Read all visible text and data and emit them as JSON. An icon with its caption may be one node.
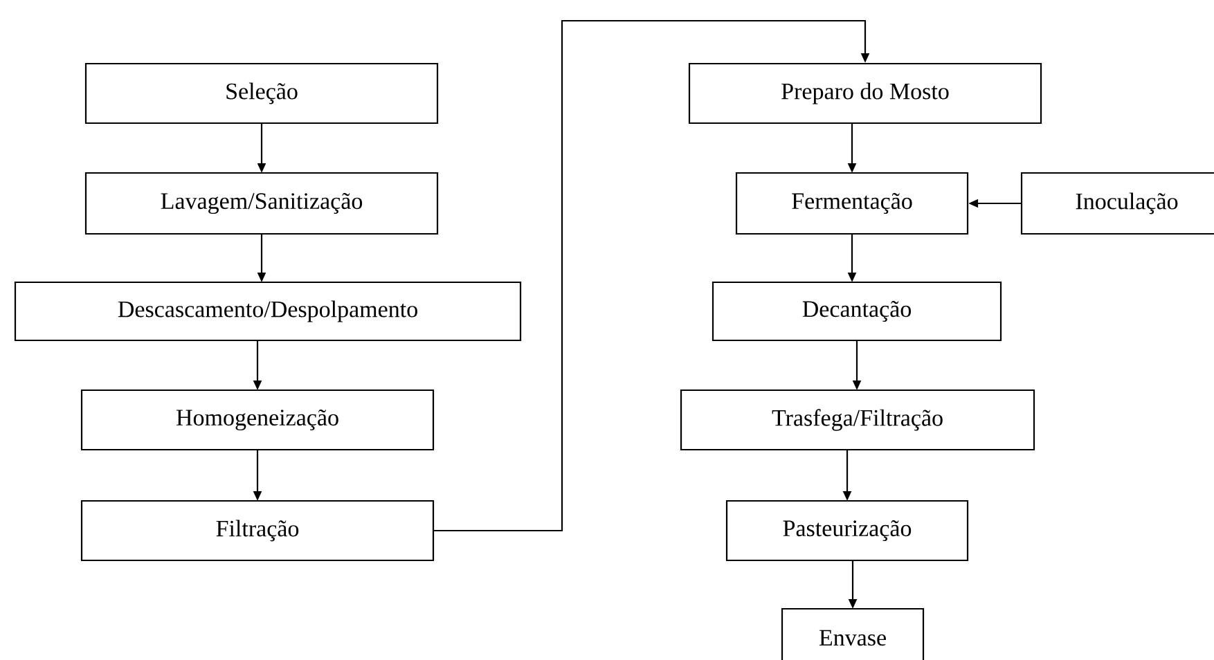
{
  "diagram": {
    "nodes": [
      {
        "text": [
          "Seleção"
        ]
      },
      {
        "text": [
          "Lavagem/Sanitização"
        ]
      },
      {
        "text": [
          "Descascamento/Despolpamento"
        ]
      },
      {
        "text": [
          "Homogeneização"
        ]
      },
      {
        "text": [
          "Filtração"
        ]
      },
      {
        "text": [
          "Preparo do Mosto"
        ]
      },
      {
        "text": [
          "Fermentação"
        ]
      },
      {
        "text": [
          "Inoculação"
        ]
      },
      {
        "text": [
          "Decantação"
        ]
      },
      {
        "text": [
          "Trasfega/Filtração"
        ]
      },
      {
        "text": [
          "Pasteurização"
        ]
      },
      {
        "text": [
          "Envase"
        ]
      }
    ],
    "edges": [
      {
        "from": 0,
        "to": 1,
        "arrow": "to"
      },
      {
        "from": 1,
        "to": 2,
        "arrow": "to"
      },
      {
        "from": 2,
        "to": 3,
        "arrow": "to"
      },
      {
        "from": 3,
        "to": 4,
        "arrow": "to"
      },
      {
        "from": 4,
        "to": 5,
        "arrow": "to"
      },
      {
        "from": 5,
        "to": 6,
        "arrow": "to"
      },
      {
        "from": 7,
        "to": 6,
        "arrow": "to"
      },
      {
        "from": 6,
        "to": 8,
        "arrow": "to"
      },
      {
        "from": 8,
        "to": 9,
        "arrow": "to"
      },
      {
        "from": 9,
        "to": 10,
        "arrow": "to"
      },
      {
        "from": 10,
        "to": 11,
        "arrow": "to"
      }
    ]
  }
}
